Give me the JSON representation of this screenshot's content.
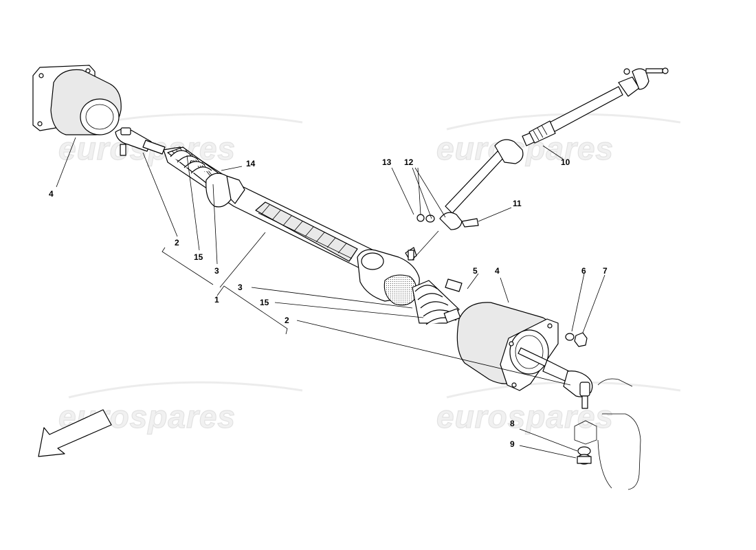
{
  "watermark": {
    "text": "eurospares"
  },
  "callouts": {
    "c1": "1",
    "c2a": "2",
    "c2b": "2",
    "c3a": "3",
    "c3b": "3",
    "c4a": "4",
    "c4b": "4",
    "c5": "5",
    "c6": "6",
    "c7": "7",
    "c8": "8",
    "c9": "9",
    "c10": "10",
    "c11": "11",
    "c12": "12",
    "c13": "13",
    "c14": "14",
    "c15a": "15",
    "c15b": "15"
  }
}
